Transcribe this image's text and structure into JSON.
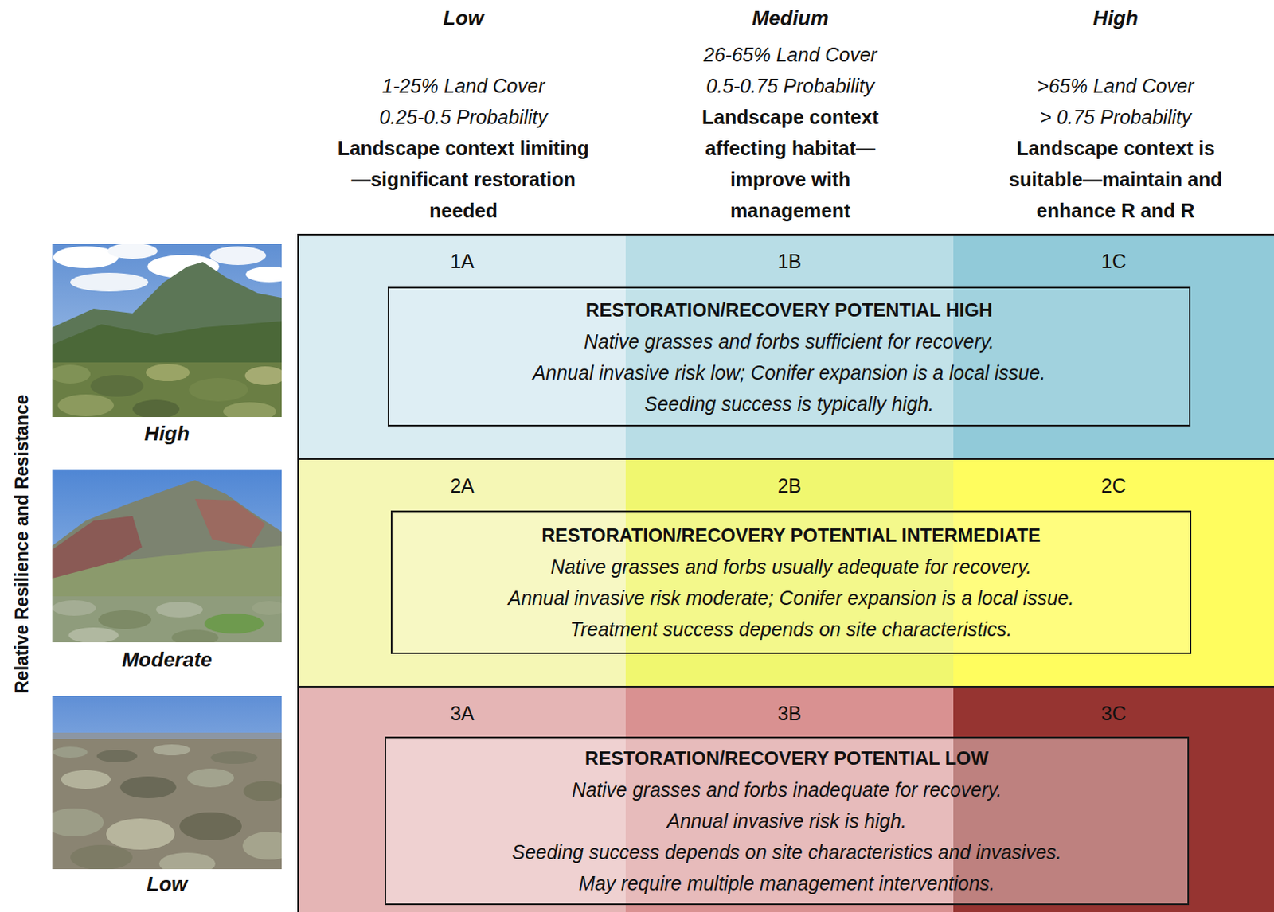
{
  "diagram": {
    "nodes": [
      {
        "text": [
          "1A"
        ]
      },
      {
        "text": [
          "1B"
        ]
      },
      {
        "text": [
          "1C"
        ]
      },
      {
        "text": [
          "RESTORATION/RECOVERY POTENTIAL HIGH",
          "Native grasses and forbs sufficient for recovery.",
          "Annual invasive risk low; Conifer expansion is a local issue.",
          "Seeding success is typically high."
        ]
      },
      {
        "text": [
          "2A"
        ]
      },
      {
        "text": [
          "2B"
        ]
      },
      {
        "text": [
          "2C"
        ]
      },
      {
        "text": [
          "RESTORATION/RECOVERY POTENTIAL INTERMEDIATE",
          "Native grasses and forbs usually adequate for recovery.",
          "Annual invasive risk moderate; Conifer expansion is a local issue.",
          "Treatment success depends on site characteristics."
        ]
      },
      {
        "text": [
          "3A"
        ]
      },
      {
        "text": [
          "3B"
        ]
      },
      {
        "text": [
          "3C"
        ]
      },
      {
        "text": [
          "RESTORATION/RECOVERY POTENTIAL LOW",
          "Native grasses and forbs inadequate for recovery.",
          "Annual invasive risk is high.",
          "Seeding success depends on site characteristics and invasives.",
          "May require multiple management interventions."
        ]
      }
    ],
    "labels": [
      "Low",
      "1-25% Land Cover",
      "0.25-0.5 Probability",
      "Landscape context limiting—significant restoration needed",
      "Medium",
      "26-65% Land Cover",
      "0.5-0.75 Probability",
      "Landscape context affecting habitat—improve with management",
      "High",
      ">65% Land Cover",
      "> 0.75 Probability",
      "Landscape context is suitable—maintain and enhance R and R",
      "Relative Resilience and Resistance",
      "High",
      "Moderate",
      "Low"
    ]
  }
}
